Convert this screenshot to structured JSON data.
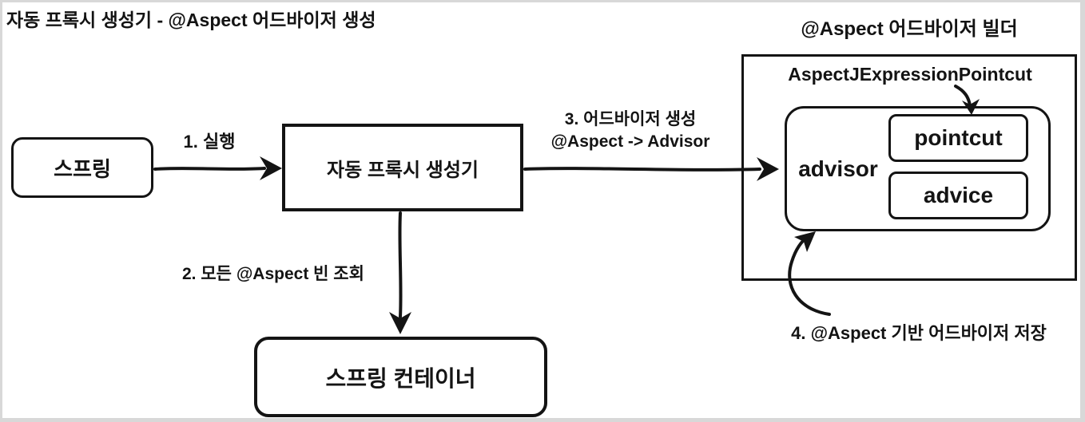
{
  "page": {
    "title": "자동 프록시 생성기 - @Aspect 어드바이저 생성",
    "builder_title": "@Aspect 어드바이저 빌더"
  },
  "nodes": {
    "spring": {
      "label": "스프링"
    },
    "proxy_creator": {
      "label": "자동 프록시 생성기"
    },
    "spring_container": {
      "label": "스프링 컨테이너"
    },
    "advisor": {
      "label": "advisor"
    },
    "pointcut": {
      "label": "pointcut"
    },
    "advice": {
      "label": "advice"
    },
    "pointcut_class": {
      "label": "AspectJExpressionPointcut"
    }
  },
  "arrows": {
    "step1": {
      "label": "1. 실행"
    },
    "step2": {
      "label": "2. 모든 @Aspect 빈 조회"
    },
    "step3": {
      "label": "3. 어드바이저 생성",
      "label2": "@Aspect -> Advisor"
    },
    "step4": {
      "label": "4. @Aspect 기반 어드바이저 저장"
    }
  },
  "colors": {
    "stroke": "#141414",
    "background": "#ffffff",
    "frame": "#d8d8d8"
  }
}
